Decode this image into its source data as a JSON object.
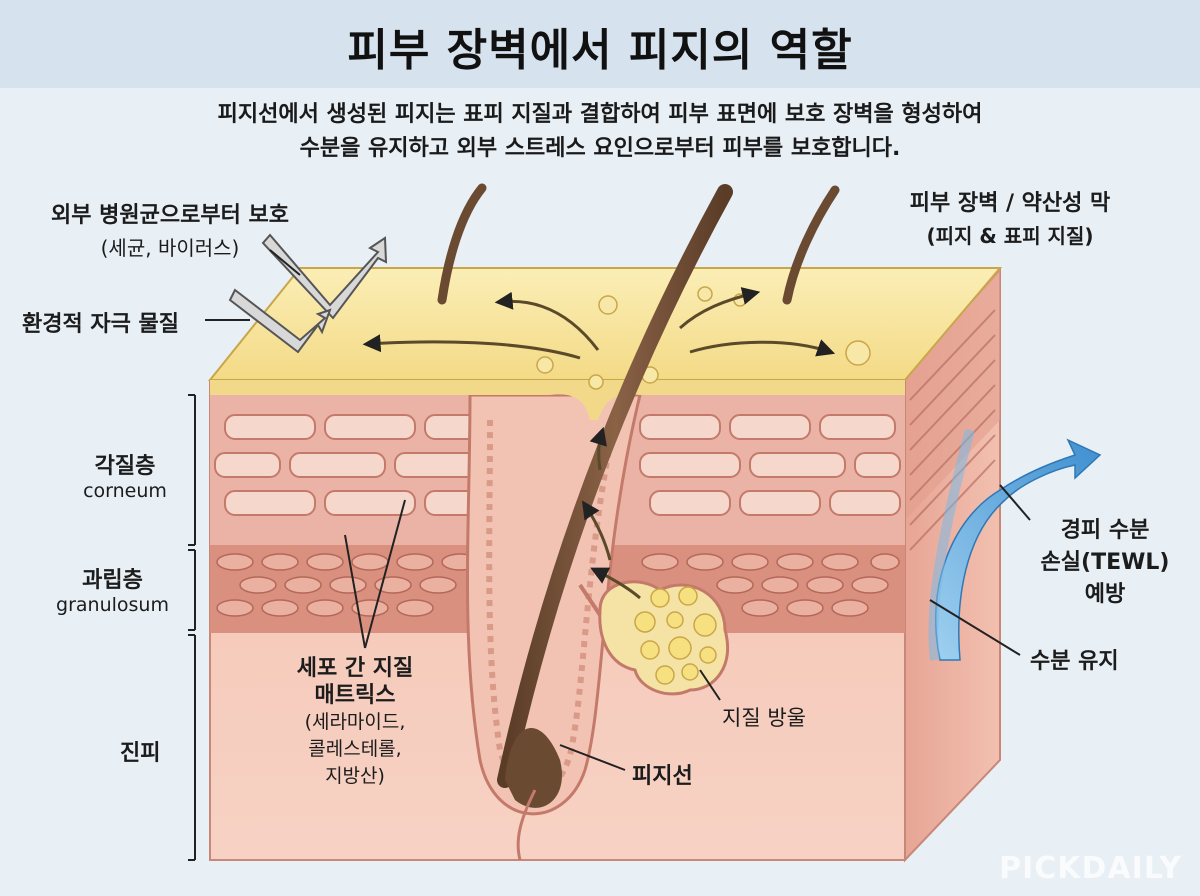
{
  "title": "피부 장벽에서 피지의 역할",
  "subtitle": {
    "line1": "피지선에서 생성된 피지는  표피 지질과 결합하여 피부 표면에 보호 장벽을 형성하여",
    "line2": "수분을 유지하고 외부 스트레스 요인으로부터 피부를 보호합니다."
  },
  "labels": {
    "pathogen_protection": {
      "line1": "외부 병원균으로부터 보호",
      "line2": "(세균, 바이러스)"
    },
    "irritants": "환경적 자극 물질",
    "stratum_corneum": {
      "ko": "각질층",
      "en": "corneum"
    },
    "stratum_granulosum": {
      "ko": "과립층",
      "en": "granulosum"
    },
    "dermis": "진피",
    "lipid_matrix": {
      "line1": "세포 간 지질",
      "line2": "매트릭스",
      "line3": "(세라마이드,",
      "line4": "콜레스테롤,",
      "line5": "지방산)"
    },
    "barrier": {
      "line1": "피부 장벽 / 약산성 막",
      "line2": "(피지 & 표피 지질)"
    },
    "tewl": {
      "line1": "경피 수분",
      "line2": "손실(TEWL)",
      "line3": "예방"
    },
    "hydration": "수분 유지",
    "lipid_droplets": "지질 방울",
    "sebaceous_gland": "피지선"
  },
  "watermark": "PICKDAILY",
  "colors": {
    "title_band": "#d6e3ef",
    "background": "#e8eff5",
    "sebum_layer": "#f6e3a0",
    "corneum": "#e8a99c",
    "granulosum": "#d98c7d",
    "dermis": "#f5c8b8",
    "hair": "#6b4a32",
    "water_arrow": "#4f9ed8"
  }
}
